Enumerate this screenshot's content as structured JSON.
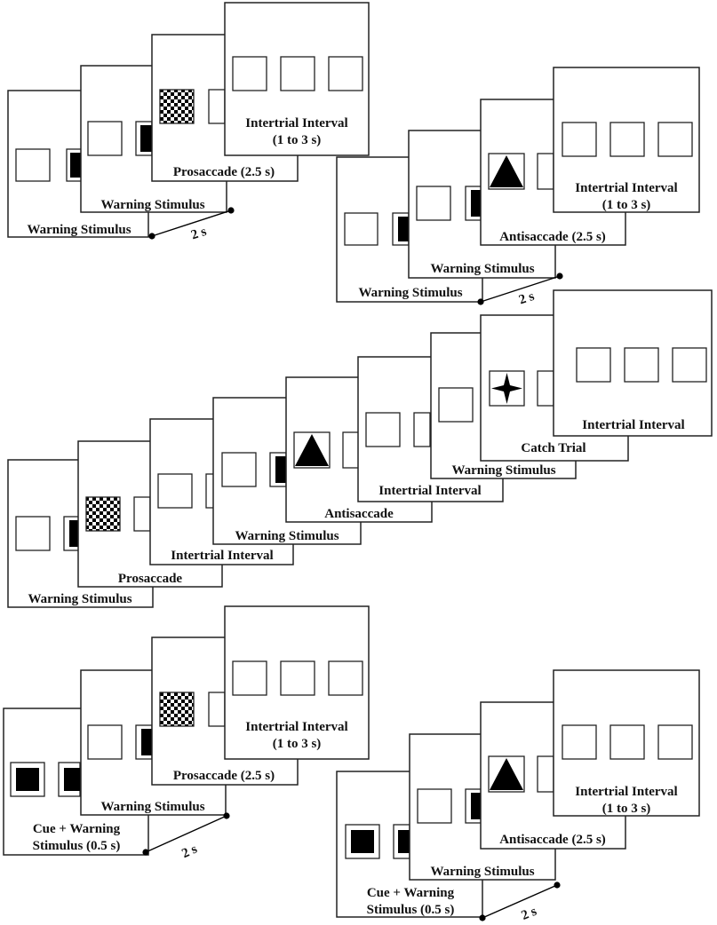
{
  "panel_a": {
    "labels": [
      "Warning Stimulus",
      "Warning Stimulus",
      "Prosaccade (2.5 s)",
      "Intertrial Interval",
      "(1 to 3 s)"
    ],
    "duration": "2 s"
  },
  "panel_b": {
    "labels": [
      "Warning Stimulus",
      "Warning Stimulus",
      "Antisaccade (2.5 s)",
      "Intertrial Interval",
      "(1 to 3 s)"
    ],
    "duration": "2 s"
  },
  "panel_c": {
    "labels": [
      "Warning Stimulus",
      "Prosaccade",
      "Intertrial Interval",
      "Warning Stimulus",
      "Antisaccade",
      "Intertrial Interval",
      "Warning Stimulus",
      "Catch Trial",
      "Intertrial Interval"
    ]
  },
  "panel_d": {
    "labels": [
      "Cue + Warning",
      "Stimulus (0.5 s)",
      "Warning Stimulus",
      "Prosaccade (2.5 s)",
      "Intertrial Interval",
      "(1 to 3 s)"
    ],
    "duration": "2 s"
  },
  "panel_e": {
    "labels": [
      "Cue + Warning",
      "Stimulus (0.5 s)",
      "Warning Stimulus",
      "Antisaccade (2.5 s)",
      "Intertrial Interval",
      "(1 to 3 s)"
    ],
    "duration": "2 s"
  },
  "icons": [
    "checkerboard-icon",
    "triangle-icon",
    "star-icon"
  ]
}
